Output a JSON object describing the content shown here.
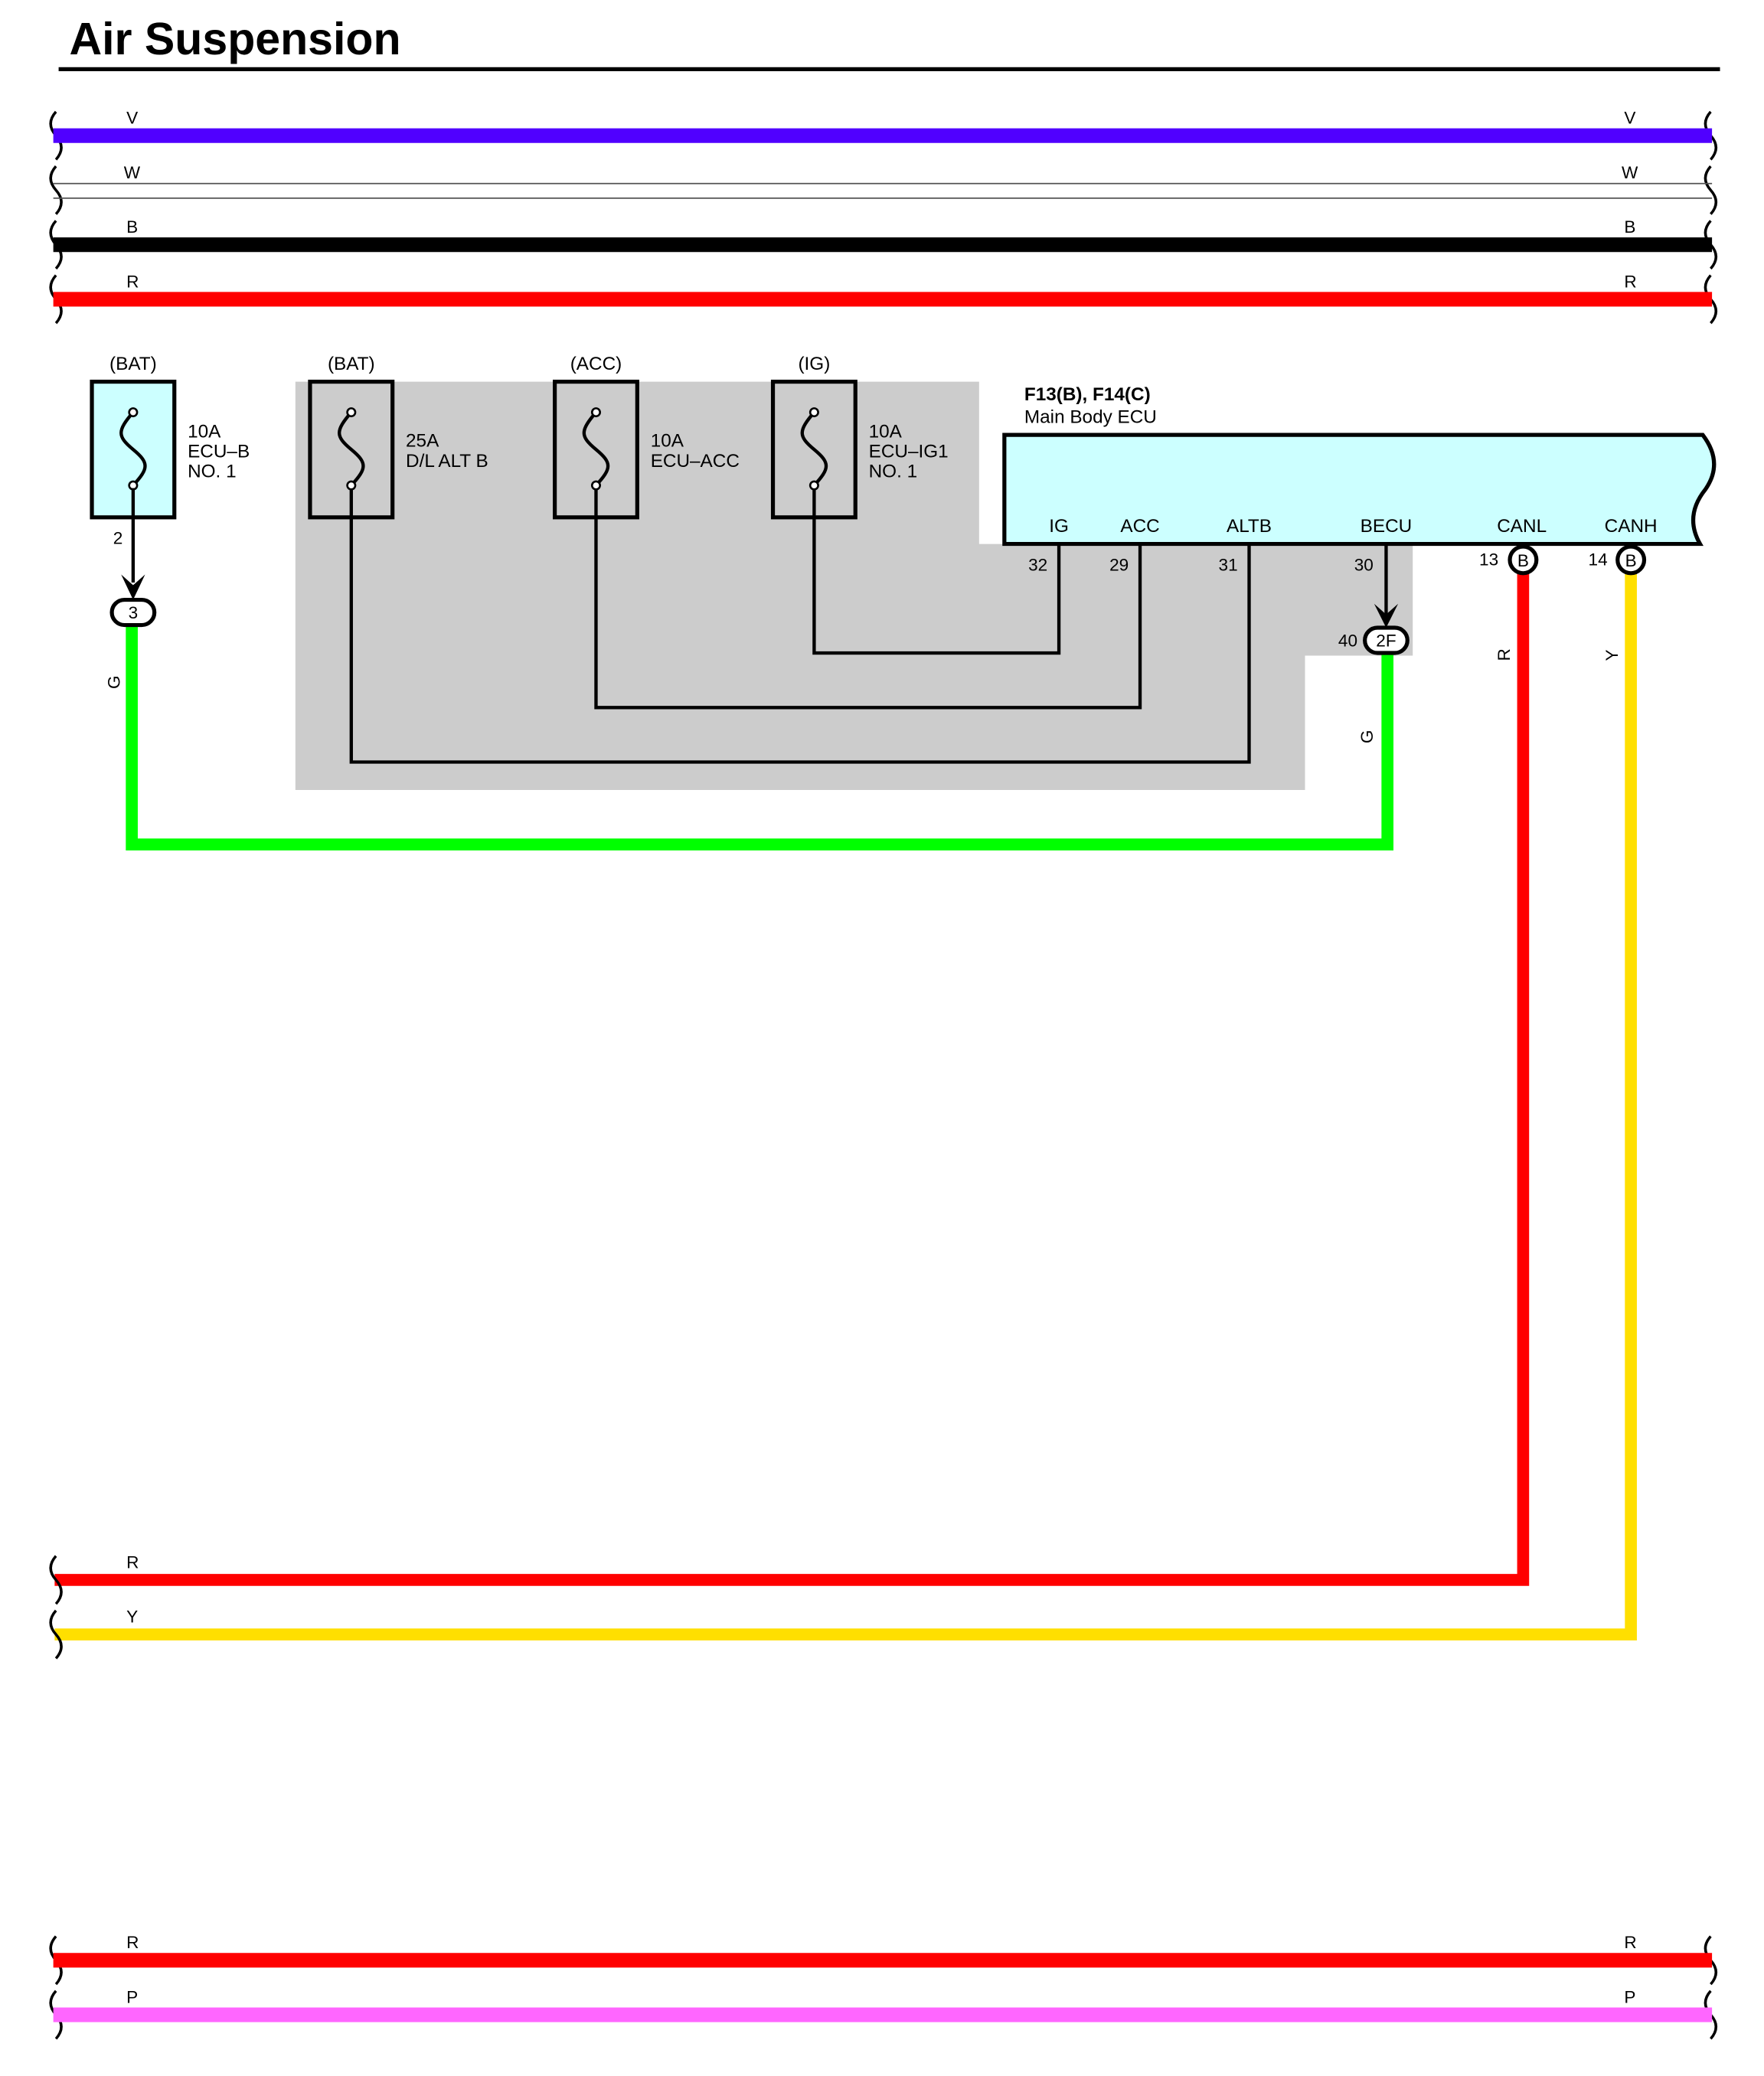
{
  "title": "Air Suspension",
  "colors": {
    "V": "#5000ff",
    "W": "#ffffff",
    "B": "#000000",
    "R": "#ff0000",
    "G": "#00ff00",
    "Y": "#ffdf00",
    "P": "#ff66ff",
    "fuse_fill": "#ccffff",
    "ecu_fill": "#ccffff",
    "shade": "#cccccc"
  },
  "top_bus": [
    {
      "label_left": "V",
      "label_right": "V",
      "color": "V"
    },
    {
      "label_left": "W",
      "label_right": "W",
      "color": "W"
    },
    {
      "label_left": "B",
      "label_right": "B",
      "color": "B"
    },
    {
      "label_left": "R",
      "label_right": "R",
      "color": "R"
    }
  ],
  "fuses": [
    {
      "supply": "(BAT)",
      "rating": "10A",
      "name_1": "ECU–B",
      "name_2": "NO. 1",
      "pin": "2"
    },
    {
      "supply": "(BAT)",
      "rating": "25A",
      "name_1": "D/L ALT B",
      "name_2": ""
    },
    {
      "supply": "(ACC)",
      "rating": "10A",
      "name_1": "ECU–ACC",
      "name_2": ""
    },
    {
      "supply": "(IG)",
      "rating": "10A",
      "name_1": "ECU–IG1",
      "name_2": "NO. 1"
    }
  ],
  "ecu": {
    "connectors": "F13(B), F14(C)",
    "name": "Main Body ECU",
    "terminals": [
      {
        "label": "IG",
        "pin": "32"
      },
      {
        "label": "ACC",
        "pin": "29"
      },
      {
        "label": "ALTB",
        "pin": "31"
      },
      {
        "label": "BECU",
        "pin": "30"
      },
      {
        "label": "CANL",
        "pin": "13",
        "connector": "B"
      },
      {
        "label": "CANH",
        "pin": "14",
        "connector": "B"
      }
    ]
  },
  "junctions": {
    "fuse_joint": "3",
    "becu_joint": "2F",
    "becu_joint_pin": "40"
  },
  "wire_labels": {
    "g_left": "G",
    "g_right": "G",
    "canl": "R",
    "canh": "Y"
  },
  "mid_bus": [
    {
      "label": "R",
      "color": "R"
    },
    {
      "label": "Y",
      "color": "Y"
    }
  ],
  "bottom_bus": [
    {
      "label_left": "R",
      "label_right": "R",
      "color": "R"
    },
    {
      "label_left": "P",
      "label_right": "P",
      "color": "P"
    }
  ]
}
